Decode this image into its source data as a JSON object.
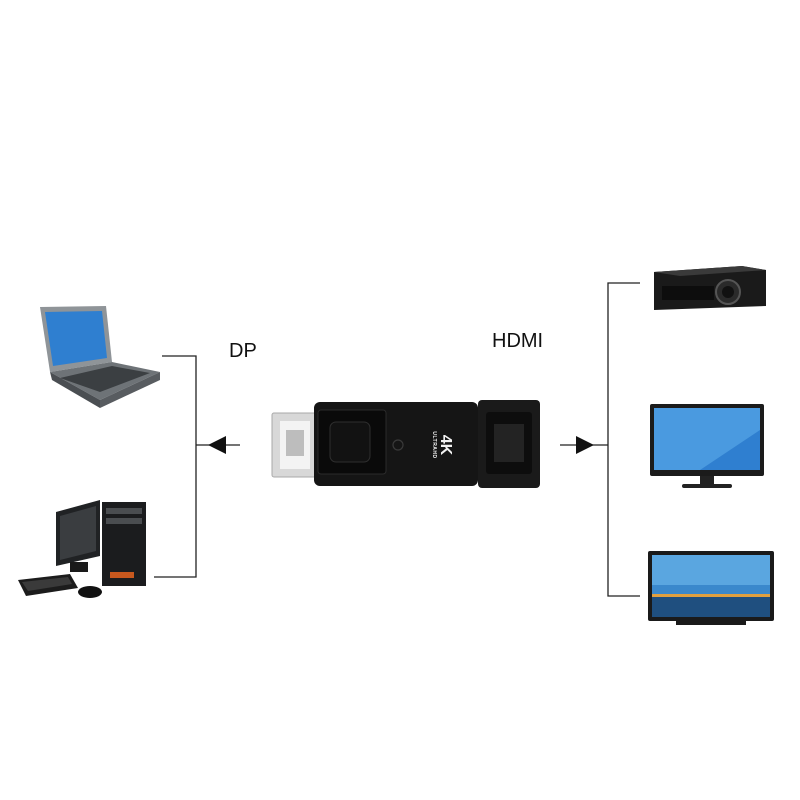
{
  "labels": {
    "left": "DP",
    "right": "HDMI"
  },
  "adapter": {
    "badge_main": "4K",
    "badge_sub": "ULTRAHD"
  },
  "colors": {
    "line": "#222222",
    "adapter_body": "#151515",
    "screen_blue": "#2f7fd0"
  },
  "icons": {
    "source_devices": [
      "laptop-icon",
      "desktop-pc-icon"
    ],
    "display_devices": [
      "projector-icon",
      "monitor-icon",
      "tv-icon"
    ]
  }
}
